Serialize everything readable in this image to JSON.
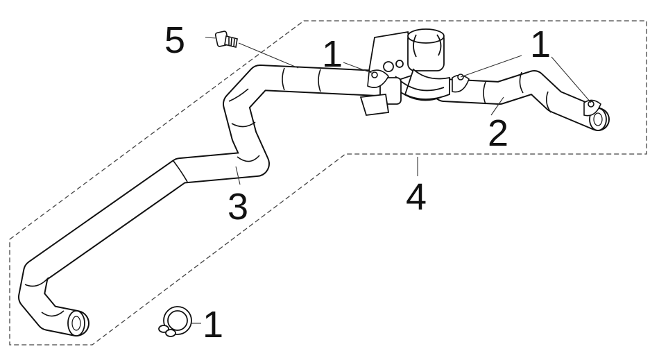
{
  "diagram": {
    "callouts": [
      {
        "id": "c1a",
        "label": "1"
      },
      {
        "id": "c1b",
        "label": "1"
      },
      {
        "id": "c1c",
        "label": "1"
      },
      {
        "id": "c2",
        "label": "2"
      },
      {
        "id": "c3",
        "label": "3"
      },
      {
        "id": "c4",
        "label": "4"
      },
      {
        "id": "c5",
        "label": "5"
      }
    ]
  }
}
